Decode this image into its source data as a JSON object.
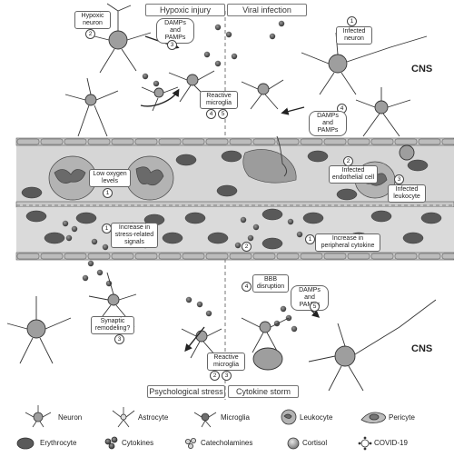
{
  "headers": {
    "hypoxic_injury": "Hypoxic injury",
    "viral_infection": "Viral infection",
    "psychological_stress": "Psychological stress",
    "cytokine_storm": "Cytokine storm"
  },
  "cns_label": "CNS",
  "labels": {
    "hypoxic_neuron": "Hypoxic\nneuron",
    "damps_top": "DAMPs\nand PAMPs",
    "infected_neuron": "Infected\nneuron",
    "reactive_microglia_top": "Reactive\nmicroglia",
    "damps_right": "DAMPs\nand PAMPs",
    "low_oxygen": "Low oxygen\nlevels",
    "infected_endothelial": "Infected\nendothelial cell",
    "infected_leukocyte": "Infected\nleukocyte",
    "stress_signals": "Increase in\nstress-related\nsignals",
    "peripheral_cytokine": "Increase in\nperipheral cytokine",
    "bbb": "BBB\ndisruption",
    "damps_bottom": "DAMPs\nand PAMPs",
    "synaptic": "Synaptic\nremodeling?",
    "reactive_microglia_bottom": "Reactive\nmicroglia"
  },
  "numbers": {
    "hypoxic_neuron": "2",
    "damps_top": "3",
    "infected_neuron": "1",
    "reactive_microglia_top_a": "4",
    "reactive_microglia_top_b": "5",
    "damps_right": "4",
    "low_oxygen": "1",
    "infected_endothelial": "2",
    "infected_leukocyte": "3",
    "stress_signals": "1",
    "peripheral_cytokine": "1",
    "bbb_a": "2",
    "bbb_b": "4",
    "damps_bottom": "5",
    "synaptic": "3",
    "reactive_microglia_bottom_a": "2",
    "reactive_microglia_bottom_b": "3"
  },
  "legend": {
    "neuron": "Neuron",
    "astrocyte": "Astrocyte",
    "microglia": "Microglia",
    "leukocyte": "Leukocyte",
    "pericyte": "Pericyte",
    "erythrocyte": "Erythrocyte",
    "cytokines": "Cytokines",
    "catecholamines": "Catecholamines",
    "cortisol": "Cortisol",
    "covid": "COVID-19"
  },
  "colors": {
    "vessel": "#d9d9d9",
    "cell_fill": "#bdbdbd",
    "cell_dark": "#6e6e6e",
    "erythrocyte": "#5a5a5a",
    "outline": "#333333"
  }
}
